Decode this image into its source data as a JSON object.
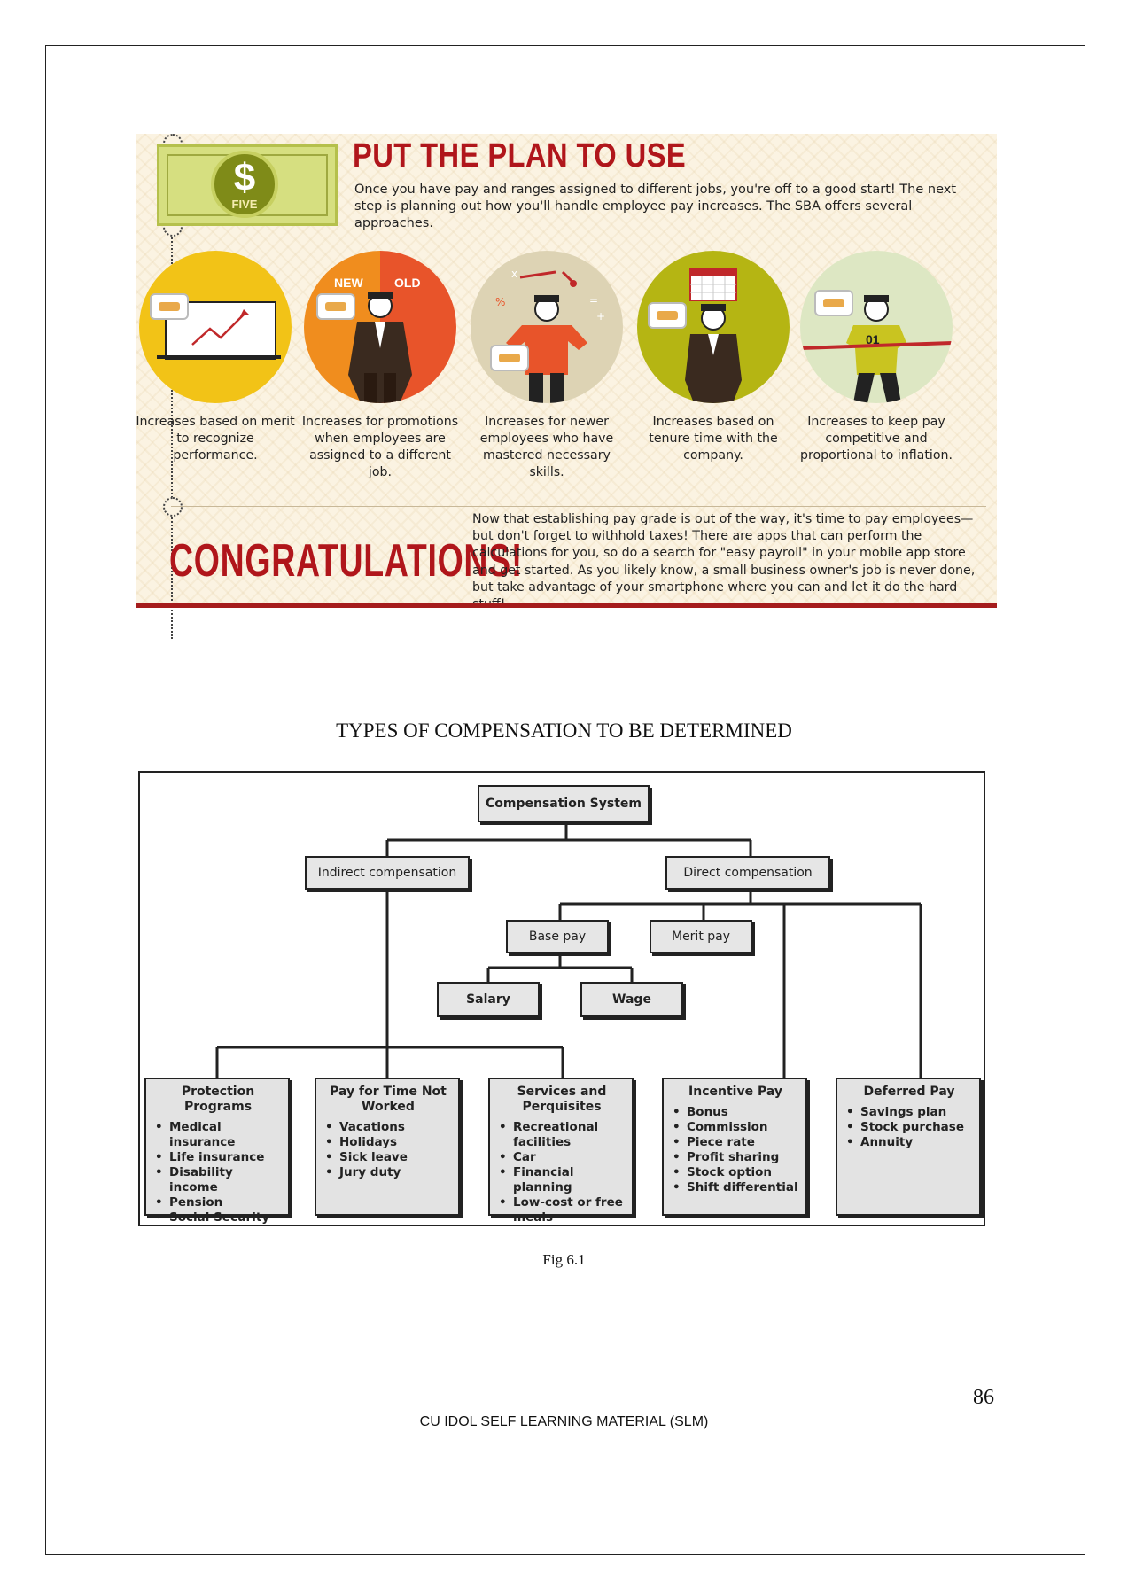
{
  "infographic": {
    "banknote": {
      "symbol": "$",
      "word": "FIVE"
    },
    "title": "PUT THE PLAN TO USE",
    "intro": "Once you have pay and ranges assigned to different jobs, you're off to a good start! The next step is planning out how you'll handle employee pay increases. The SBA offers several approaches.",
    "steps": [
      {
        "label": "Increases based on merit to recognize performance.",
        "color": "#f2c317",
        "icon": "rising-chart-icon"
      },
      {
        "label": "Increases for promotions when employees are assigned to a different job.",
        "color": "#e8542a",
        "icon": "businessman-icon",
        "tag_new": "NEW",
        "tag_old": "OLD"
      },
      {
        "label": "Increases for newer employees who have mastered necessary skills.",
        "color": "#ddd3b4",
        "icon": "juggling-employee-icon"
      },
      {
        "label": "Increases based on tenure time with the company.",
        "color": "#b5b513",
        "icon": "calendar-employee-icon"
      },
      {
        "label": "Increases to keep pay competitive and proportional to inflation.",
        "color": "#dde7c3",
        "icon": "runner-finish-icon",
        "bib": "01"
      }
    ],
    "congrats_title": "CONGRATULATIONS!",
    "congrats_text": "Now that establishing pay grade is out of the way, it's time to pay employees—but don't forget to withhold taxes! There are apps that can perform the calculations for you, so do a search for \"easy payroll\" in your mobile app store and get started. As you likely know, a small business owner's job is never done, but take advantage of your smartphone where you can and let it do the hard stuff!",
    "accent_color": "#b0161b"
  },
  "section_heading": "TYPES OF COMPENSATION TO BE DETERMINED",
  "chart": {
    "root": "Compensation System",
    "indirect": "Indirect compensation",
    "direct": "Direct compensation",
    "base_pay": "Base pay",
    "merit_pay": "Merit pay",
    "salary": "Salary",
    "wage": "Wage",
    "leaves": [
      {
        "title": "Protection Programs",
        "items": [
          "Medical insurance",
          "Life insurance",
          "Disability income",
          "Pension",
          "Social Security"
        ]
      },
      {
        "title": "Pay for Time Not Worked",
        "items": [
          "Vacations",
          "Holidays",
          "Sick leave",
          "Jury duty"
        ]
      },
      {
        "title": "Services and Perquisites",
        "items": [
          "Recreational facilities",
          "Car",
          "Financial planning",
          "Low-cost or free meals"
        ]
      },
      {
        "title": "Incentive Pay",
        "items": [
          "Bonus",
          "Commission",
          "Piece rate",
          "Profit sharing",
          "Stock option",
          "Shift differential"
        ]
      },
      {
        "title": "Deferred Pay",
        "items": [
          "Savings plan",
          "Stock purchase",
          "Annuity"
        ]
      }
    ]
  },
  "fig_caption": "Fig 6.1",
  "page_number": "86",
  "footer": "CU IDOL SELF LEARNING MATERIAL (SLM)"
}
